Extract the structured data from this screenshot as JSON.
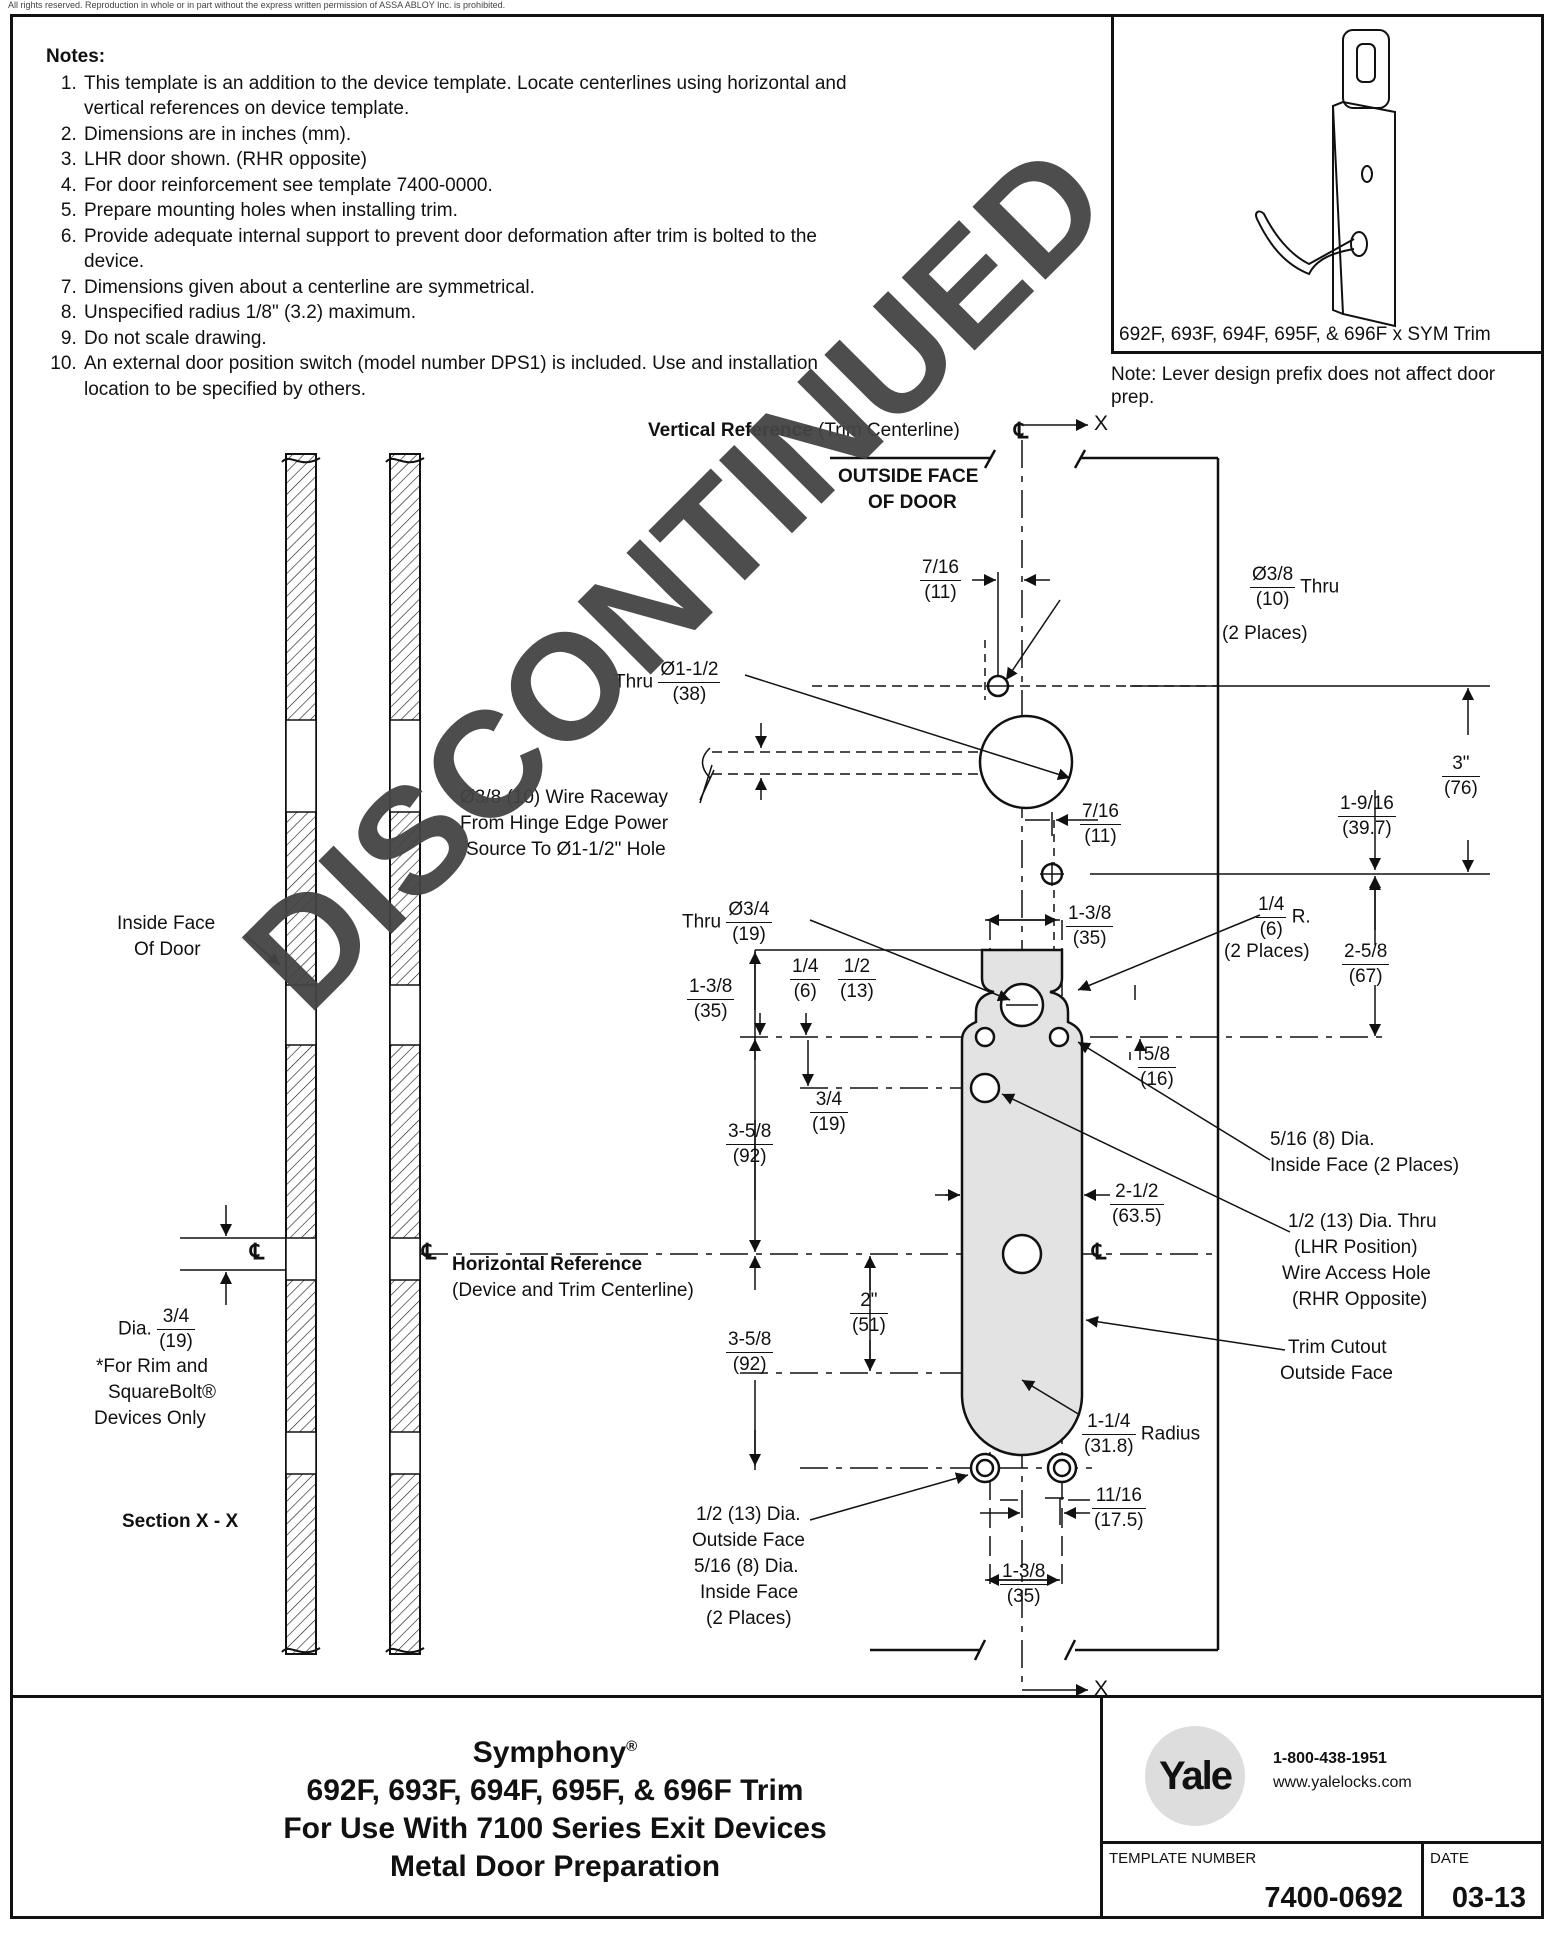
{
  "header_note": "All rights reserved. Reproduction in whole or in part without the express written permission of ASSA ABLOY Inc. is prohibited.",
  "notes": {
    "heading": "Notes:",
    "items": [
      "This template is an addition to the device template. Locate centerlines using horizontal and vertical references on device template.",
      "Dimensions are in inches (mm).",
      "LHR door shown. (RHR opposite)",
      "For door reinforcement see template 7400-0000.",
      "Prepare mounting holes when installing trim.",
      "Provide adequate internal support to prevent door deformation after trim is bolted to the device.",
      "Dimensions given about a centerline are symmetrical.",
      "Unspecified radius 1/8\" (3.2) maximum.",
      "Do not scale drawing.",
      "An external door position switch (model number DPS1) is included. Use and installation location to be specified by others."
    ]
  },
  "trim": {
    "caption": "692F, 693F, 694F, 695F, & 696F x SYM Trim",
    "note": "Note:  Lever design prefix does not affect door prep."
  },
  "labels": {
    "vertical_ref_bold": "Vertical Reference",
    "vertical_ref_rest": " (Trim Centerline)",
    "cl": "℄",
    "x": "X",
    "outside_face": "OUTSIDE FACE",
    "of_door": "OF DOOR",
    "thru": "Thru",
    "wire_raceway_1": "Ø3/8 (10) Wire Raceway",
    "wire_raceway_2": "From Hinge Edge Power",
    "wire_raceway_3": "Source To Ø1-1/2\" Hole",
    "inside_face_1": "Inside Face",
    "inside_face_2": "Of Door",
    "two_places": "(2 Places)",
    "r": "R.",
    "radius": "Radius",
    "horizontal_ref_bold": "Horizontal Reference",
    "horizontal_ref_rest": "(Device and Trim Centerline)",
    "dia": "Dia.",
    "rim_1": "*For Rim and",
    "rim_2": "SquareBolt®",
    "rim_3": "Devices Only",
    "section": "Section X - X",
    "inside_face_5_16_1": "5/16 (8) Dia.",
    "inside_face_5_16_2": "Inside Face (2 Places)",
    "wire_access_1": "1/2 (13) Dia. Thru",
    "wire_access_2": "(LHR Position)",
    "wire_access_3": "Wire Access Hole",
    "wire_access_4": "(RHR Opposite)",
    "trim_cutout_1": "Trim Cutout",
    "trim_cutout_2": "Outside Face",
    "bottom_holes_1": "1/2 (13) Dia.",
    "bottom_holes_2": "Outside Face",
    "bottom_holes_3": "5/16 (8) Dia.",
    "bottom_holes_4": "Inside Face",
    "bottom_holes_5": "(2 Places)",
    "watermark": "DISCONTINUED"
  },
  "dims": {
    "d7_16a": {
      "n": "7/16",
      "d": "(11)"
    },
    "d3_8": {
      "n": "Ø3/8",
      "d": "(10)"
    },
    "d1_1_2": {
      "n": "Ø1-1/2",
      "d": "(38)"
    },
    "d7_16b": {
      "n": "7/16",
      "d": "(11)"
    },
    "d3in": {
      "n": "3\"",
      "d": "(76)"
    },
    "d1_9_16": {
      "n": "1-9/16",
      "d": "(39.7)"
    },
    "d3_4thru": {
      "n": "Ø3/4",
      "d": "(19)"
    },
    "d1_3_8a": {
      "n": "1-3/8",
      "d": "(35)"
    },
    "d1_4r": {
      "n": "1/4",
      "d": "(6)"
    },
    "d2_5_8": {
      "n": "2-5/8",
      "d": "(67)"
    },
    "d1_3_8b": {
      "n": "1-3/8",
      "d": "(35)"
    },
    "d1_4": {
      "n": "1/4",
      "d": "(6)"
    },
    "d1_2": {
      "n": "1/2",
      "d": "(13)"
    },
    "d5_8": {
      "n": "5/8",
      "d": "(16)"
    },
    "d3_4": {
      "n": "3/4",
      "d": "(19)"
    },
    "d3_5_8a": {
      "n": "3-5/8",
      "d": "(92)"
    },
    "d2_1_2": {
      "n": "2-1/2",
      "d": "(63.5)"
    },
    "d2in": {
      "n": "2\"",
      "d": "(51)"
    },
    "d3_5_8b": {
      "n": "3-5/8",
      "d": "(92)"
    },
    "d1_1_4": {
      "n": "1-1/4",
      "d": "(31.8)"
    },
    "d11_16": {
      "n": "11/16",
      "d": "(17.5)"
    },
    "d1_3_8c": {
      "n": "1-3/8",
      "d": "(35)"
    },
    "d3_4dia": {
      "n": "3/4",
      "d": "(19)"
    }
  },
  "title": {
    "line1": "Symphony",
    "reg": "®",
    "line2": "692F, 693F, 694F, 695F, & 696F Trim",
    "line3": "For Use With 7100 Series Exit Devices",
    "line4": "Metal Door Preparation"
  },
  "company": {
    "logo": "Yale",
    "phone": "1-800-438-1951",
    "web": "www.yalelocks.com"
  },
  "template": {
    "number_label": "TEMPLATE NUMBER",
    "number": "7400-0692",
    "date_label": "DATE",
    "date": "03-13"
  }
}
